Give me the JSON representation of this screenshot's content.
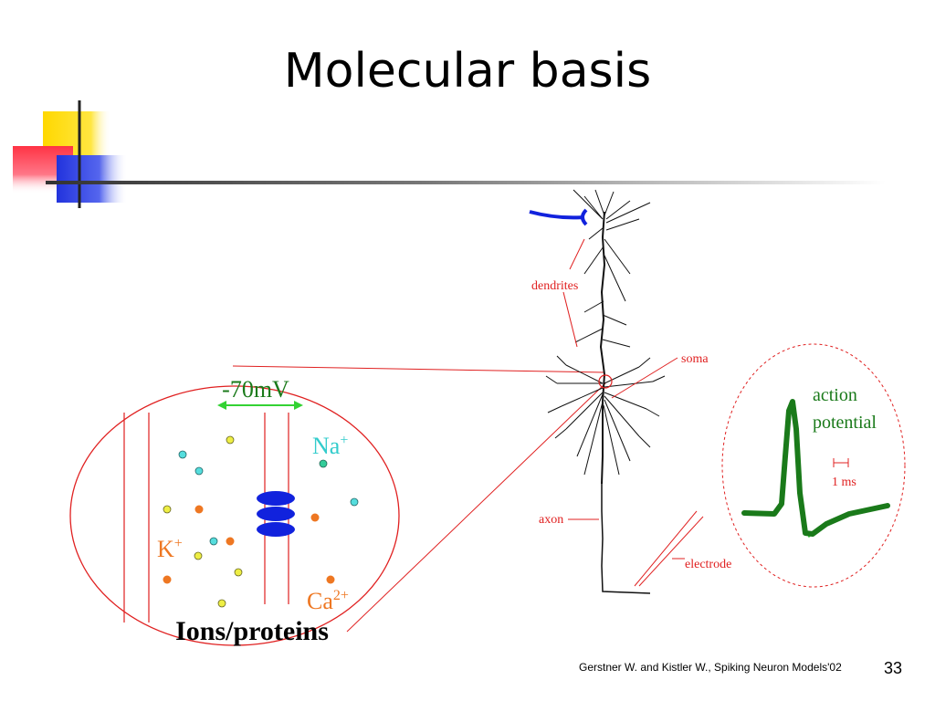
{
  "slide": {
    "title": "Molecular basis",
    "footer_citation": "Gerstner W. and Kistler W., Spiking Neuron Models'02",
    "page_number": "33"
  },
  "ion_panel": {
    "voltage_label": "-70mV",
    "na_label": "Na",
    "na_sup": "+",
    "k_label": "K",
    "k_sup": "+",
    "ca_label": "Ca",
    "ca_sup": "2+",
    "caption": "Ions/proteins"
  },
  "neuron_labels": {
    "dendrites": "dendrites",
    "soma": "soma",
    "axon": "axon",
    "electrode": "electrode"
  },
  "action_potential_panel": {
    "label_line1": "action",
    "label_line2": "potential",
    "scale_label": "1 ms"
  },
  "colors": {
    "red": "#e02020",
    "green": "#1a7a1a",
    "light_green": "#33d233",
    "cyan": "#33cccc",
    "orange": "#ee7722",
    "yellow": "#eeee44",
    "blue": "#1122dd",
    "accent_yellow": "#ffd800",
    "accent_red": "#ff4455",
    "accent_blue": "#2233dd"
  }
}
